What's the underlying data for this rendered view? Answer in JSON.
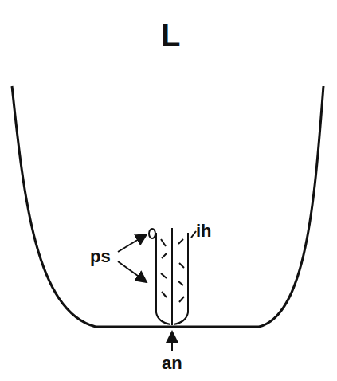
{
  "diagram": {
    "title": "L",
    "labels": [
      "ps",
      "ih",
      "an"
    ]
  }
}
